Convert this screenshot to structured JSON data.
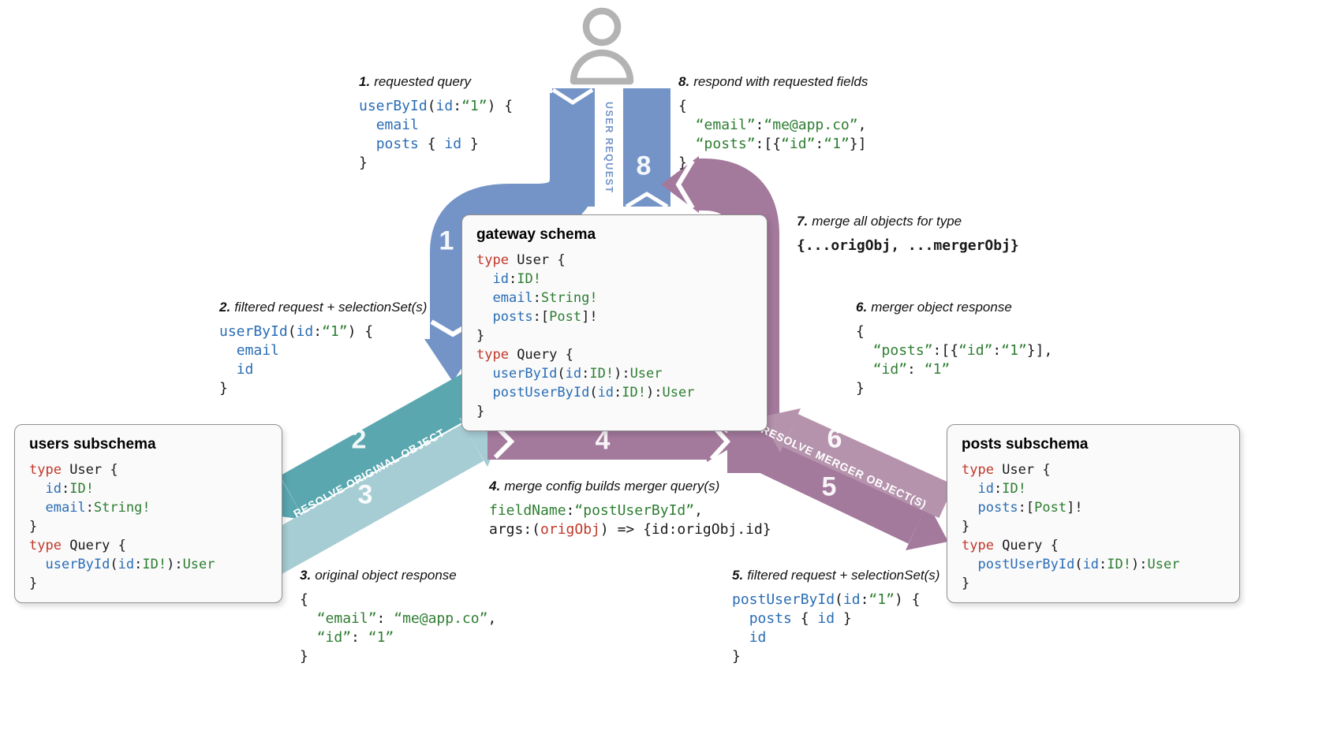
{
  "steps": {
    "n1": "1",
    "n2": "2",
    "n3": "3",
    "n4": "4",
    "n5": "5",
    "n6": "6",
    "n7": "7",
    "n8": "8"
  },
  "bands": {
    "user_request": {
      "label": "USER REQUEST"
    },
    "resolve_original": {
      "label": "RESOLVE ORIGINAL OBJECT"
    },
    "resolve_merger": {
      "label": "RESOLVE MERGER OBJECT(S)"
    }
  },
  "boxes": {
    "gateway": {
      "title": "gateway schema",
      "code": [
        [
          [
            "type",
            "kw"
          ],
          [
            " User {",
            "pln"
          ]
        ],
        [
          [
            "  ",
            "pln"
          ],
          [
            "id",
            "fld"
          ],
          [
            ":",
            "pln"
          ],
          [
            "ID!",
            "typ"
          ]
        ],
        [
          [
            "  ",
            "pln"
          ],
          [
            "email",
            "fld"
          ],
          [
            ":",
            "pln"
          ],
          [
            "String!",
            "typ"
          ]
        ],
        [
          [
            "  ",
            "pln"
          ],
          [
            "posts",
            "fld"
          ],
          [
            ":[",
            "pln"
          ],
          [
            "Post",
            "typ"
          ],
          [
            "]!",
            "pln"
          ]
        ],
        [
          [
            "}",
            "pln"
          ]
        ],
        [
          [
            "type",
            "kw"
          ],
          [
            " Query {",
            "pln"
          ]
        ],
        [
          [
            "  ",
            "pln"
          ],
          [
            "userById",
            "fld"
          ],
          [
            "(",
            "pln"
          ],
          [
            "id",
            "fld"
          ],
          [
            ":",
            "pln"
          ],
          [
            "ID!",
            "typ"
          ],
          [
            "):",
            "pln"
          ],
          [
            "User",
            "typ"
          ]
        ],
        [
          [
            "  ",
            "pln"
          ],
          [
            "postUserById",
            "fld"
          ],
          [
            "(",
            "pln"
          ],
          [
            "id",
            "fld"
          ],
          [
            ":",
            "pln"
          ],
          [
            "ID!",
            "typ"
          ],
          [
            "):",
            "pln"
          ],
          [
            "User",
            "typ"
          ]
        ],
        [
          [
            "}",
            "pln"
          ]
        ]
      ]
    },
    "users": {
      "title": "users subschema",
      "code": [
        [
          [
            "type",
            "kw"
          ],
          [
            " User {",
            "pln"
          ]
        ],
        [
          [
            "  ",
            "pln"
          ],
          [
            "id",
            "fld"
          ],
          [
            ":",
            "pln"
          ],
          [
            "ID!",
            "typ"
          ]
        ],
        [
          [
            "  ",
            "pln"
          ],
          [
            "email",
            "fld"
          ],
          [
            ":",
            "pln"
          ],
          [
            "String!",
            "typ"
          ]
        ],
        [
          [
            "}",
            "pln"
          ]
        ],
        [
          [
            "type",
            "kw"
          ],
          [
            " Query {",
            "pln"
          ]
        ],
        [
          [
            "  ",
            "pln"
          ],
          [
            "userById",
            "fld"
          ],
          [
            "(",
            "pln"
          ],
          [
            "id",
            "fld"
          ],
          [
            ":",
            "pln"
          ],
          [
            "ID!",
            "typ"
          ],
          [
            "):",
            "pln"
          ],
          [
            "User",
            "typ"
          ]
        ],
        [
          [
            "}",
            "pln"
          ]
        ]
      ]
    },
    "posts": {
      "title": "posts subschema",
      "code": [
        [
          [
            "type",
            "kw"
          ],
          [
            " User {",
            "pln"
          ]
        ],
        [
          [
            "  ",
            "pln"
          ],
          [
            "id",
            "fld"
          ],
          [
            ":",
            "pln"
          ],
          [
            "ID!",
            "typ"
          ]
        ],
        [
          [
            "  ",
            "pln"
          ],
          [
            "posts",
            "fld"
          ],
          [
            ":[",
            "pln"
          ],
          [
            "Post",
            "typ"
          ],
          [
            "]!",
            "pln"
          ]
        ],
        [
          [
            "}",
            "pln"
          ]
        ],
        [
          [
            "type",
            "kw"
          ],
          [
            " Query {",
            "pln"
          ]
        ],
        [
          [
            "  ",
            "pln"
          ],
          [
            "postUserById",
            "fld"
          ],
          [
            "(",
            "pln"
          ],
          [
            "id",
            "fld"
          ],
          [
            ":",
            "pln"
          ],
          [
            "ID!",
            "typ"
          ],
          [
            "):",
            "pln"
          ],
          [
            "User",
            "typ"
          ]
        ],
        [
          [
            "}",
            "pln"
          ]
        ]
      ]
    }
  },
  "annotations": {
    "a1": {
      "num": "1.",
      "text": "requested query",
      "code": [
        [
          [
            "userById",
            "fld"
          ],
          [
            "(",
            "pln"
          ],
          [
            "id",
            "fld"
          ],
          [
            ":",
            "pln"
          ],
          [
            "“1”",
            "str"
          ],
          [
            ") {",
            "pln"
          ]
        ],
        [
          [
            "  ",
            "pln"
          ],
          [
            "email",
            "fld"
          ]
        ],
        [
          [
            "  ",
            "pln"
          ],
          [
            "posts",
            "fld"
          ],
          [
            " { ",
            "pln"
          ],
          [
            "id",
            "fld"
          ],
          [
            " }",
            "pln"
          ]
        ],
        [
          [
            "}",
            "pln"
          ]
        ]
      ]
    },
    "a2": {
      "num": "2.",
      "text": "filtered request + selectionSet(s)",
      "code": [
        [
          [
            "userById",
            "fld"
          ],
          [
            "(",
            "pln"
          ],
          [
            "id",
            "fld"
          ],
          [
            ":",
            "pln"
          ],
          [
            "“1”",
            "str"
          ],
          [
            ") {",
            "pln"
          ]
        ],
        [
          [
            "  ",
            "pln"
          ],
          [
            "email",
            "fld"
          ]
        ],
        [
          [
            "  ",
            "pln"
          ],
          [
            "id",
            "fld"
          ]
        ],
        [
          [
            "}",
            "pln"
          ]
        ]
      ]
    },
    "a3": {
      "num": "3.",
      "text": "original object response",
      "code": [
        [
          [
            "{",
            "pln"
          ]
        ],
        [
          [
            "  ",
            "pln"
          ],
          [
            "“email”",
            "str"
          ],
          [
            ": ",
            "pln"
          ],
          [
            "“me@app.co”",
            "str"
          ],
          [
            ",",
            "pln"
          ]
        ],
        [
          [
            "  ",
            "pln"
          ],
          [
            "“id”",
            "str"
          ],
          [
            ": ",
            "pln"
          ],
          [
            "“1”",
            "str"
          ]
        ],
        [
          [
            "}",
            "pln"
          ]
        ]
      ]
    },
    "a4": {
      "num": "4.",
      "text": "merge config builds merger query(s)",
      "code": [
        [
          [
            "fieldName",
            "typ"
          ],
          [
            ":",
            "pln"
          ],
          [
            "“postUserById”",
            "typ"
          ],
          [
            ",",
            "pln"
          ]
        ],
        [
          [
            "args:(",
            "pln"
          ],
          [
            "origObj",
            "kw"
          ],
          [
            ") => {id:origObj.id}",
            "pln"
          ]
        ]
      ]
    },
    "a5": {
      "num": "5.",
      "text": "filtered request + selectionSet(s)",
      "code": [
        [
          [
            "postUserById",
            "fld"
          ],
          [
            "(",
            "pln"
          ],
          [
            "id",
            "fld"
          ],
          [
            ":",
            "pln"
          ],
          [
            "“1”",
            "str"
          ],
          [
            ") {",
            "pln"
          ]
        ],
        [
          [
            "  ",
            "pln"
          ],
          [
            "posts",
            "fld"
          ],
          [
            " { ",
            "pln"
          ],
          [
            "id",
            "fld"
          ],
          [
            " }",
            "pln"
          ]
        ],
        [
          [
            "  ",
            "pln"
          ],
          [
            "id",
            "fld"
          ]
        ],
        [
          [
            "}",
            "pln"
          ]
        ]
      ]
    },
    "a6": {
      "num": "6.",
      "text": "merger object response",
      "code": [
        [
          [
            "{",
            "pln"
          ]
        ],
        [
          [
            "  ",
            "pln"
          ],
          [
            "“posts”",
            "str"
          ],
          [
            ":[{",
            "pln"
          ],
          [
            "“id”",
            "str"
          ],
          [
            ":",
            "pln"
          ],
          [
            "“1”",
            "str"
          ],
          [
            "}],",
            "pln"
          ]
        ],
        [
          [
            "  ",
            "pln"
          ],
          [
            "“id”",
            "str"
          ],
          [
            ": ",
            "pln"
          ],
          [
            "“1”",
            "str"
          ]
        ],
        [
          [
            "}",
            "pln"
          ]
        ]
      ]
    },
    "a7": {
      "num": "7.",
      "text": "merge all objects for type",
      "code": [
        [
          [
            "{...origObj, ...mergerObj}",
            "pln"
          ]
        ]
      ]
    },
    "a8": {
      "num": "8.",
      "text": "respond with requested fields",
      "code": [
        [
          [
            "{",
            "pln"
          ]
        ],
        [
          [
            "  ",
            "pln"
          ],
          [
            "“email”",
            "str"
          ],
          [
            ":",
            "pln"
          ],
          [
            "“me@app.co”",
            "str"
          ],
          [
            ",",
            "pln"
          ]
        ],
        [
          [
            "  ",
            "pln"
          ],
          [
            "“posts”",
            "str"
          ],
          [
            ":[{",
            "pln"
          ],
          [
            "“id”",
            "str"
          ],
          [
            ":",
            "pln"
          ],
          [
            "“1”",
            "str"
          ],
          [
            "}]",
            "pln"
          ]
        ],
        [
          [
            "}",
            "pln"
          ]
        ]
      ]
    }
  }
}
